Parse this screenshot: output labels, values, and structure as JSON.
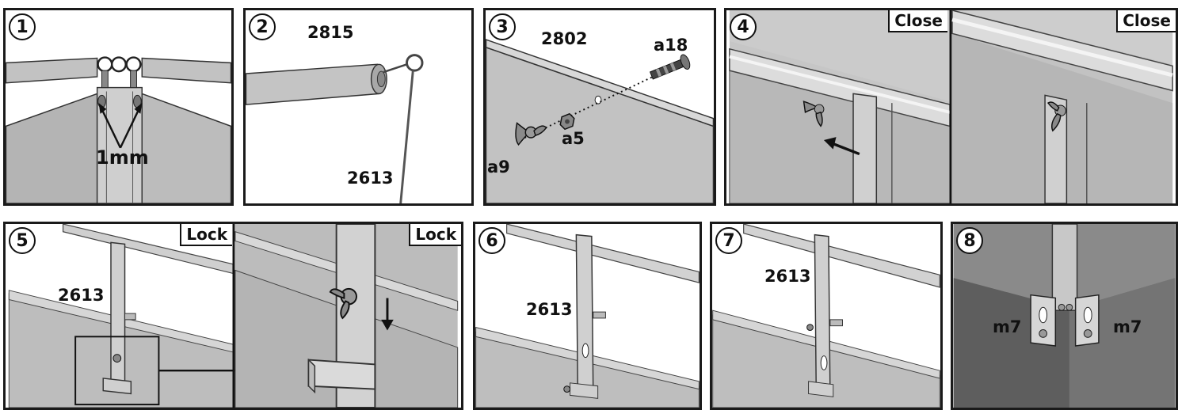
{
  "steps": [
    {
      "num": "1",
      "labels": {
        "gap": "1mm"
      }
    },
    {
      "num": "2",
      "labels": {
        "top": "2815",
        "bottom": "2613"
      }
    },
    {
      "num": "3",
      "labels": {
        "rail": "2802",
        "bolt": "a18",
        "nut": "a5",
        "wingnut": "a9"
      }
    },
    {
      "num": "4",
      "tag_left": "Close",
      "tag_right": "Close"
    },
    {
      "num": "5",
      "tag_left": "Lock",
      "tag_right": "Lock",
      "labels": {
        "part": "2613"
      }
    },
    {
      "num": "6",
      "labels": {
        "part": "2613"
      }
    },
    {
      "num": "7",
      "labels": {
        "part": "2613"
      }
    },
    {
      "num": "8",
      "labels": {
        "left": "m7",
        "right": "m7"
      }
    }
  ]
}
